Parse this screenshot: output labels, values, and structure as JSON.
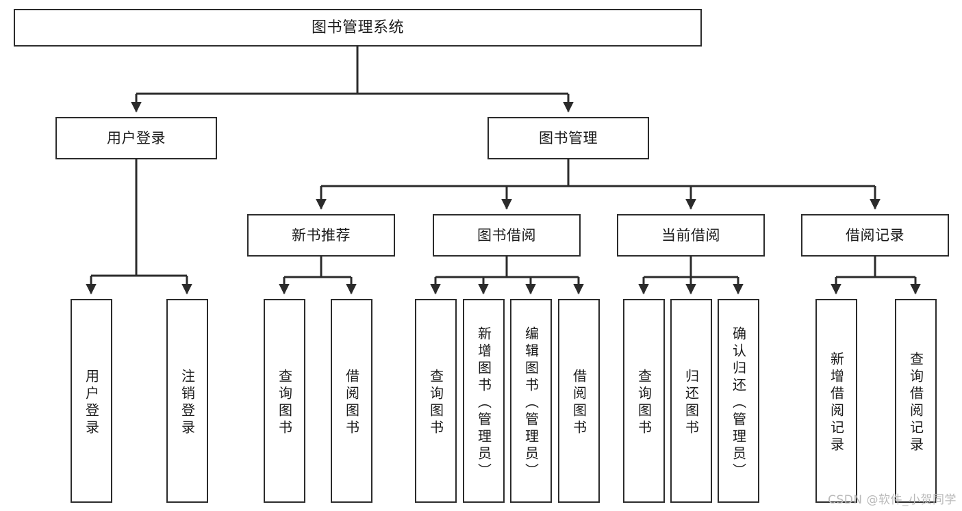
{
  "diagram": {
    "title": "图书管理系统",
    "type": "tree-hierarchy-chart",
    "colors": {
      "box_border": "#2b2b2b",
      "box_fill": "#ffffff",
      "edge": "#2b2b2b",
      "text": "#1b1b1b",
      "watermark": "#b9b9b9",
      "background": "#ffffff"
    },
    "watermark": "CSDN @软件_小贺同学",
    "nodes": {
      "root": {
        "label": "图书管理系统"
      },
      "level2": [
        {
          "label": "用户登录"
        },
        {
          "label": "图书管理"
        }
      ],
      "level3": [
        {
          "label": "新书推荐"
        },
        {
          "label": "图书借阅"
        },
        {
          "label": "当前借阅"
        },
        {
          "label": "借阅记录"
        }
      ],
      "leaves": {
        "user_login": [
          {
            "label": "用户登录"
          },
          {
            "label": "注销登录"
          }
        ],
        "new_book_recommend": [
          {
            "label": "查询图书"
          },
          {
            "label": "借阅图书"
          }
        ],
        "book_borrow": [
          {
            "label": "查询图书"
          },
          {
            "label": "新增图书（管理员）"
          },
          {
            "label": "编辑图书（管理员）"
          },
          {
            "label": "借阅图书"
          }
        ],
        "current_borrow": [
          {
            "label": "查询图书"
          },
          {
            "label": "归还图书"
          },
          {
            "label": "确认归还（管理员）"
          }
        ],
        "borrow_records": [
          {
            "label": "新增借阅记录"
          },
          {
            "label": "查询借阅记录"
          }
        ]
      }
    }
  }
}
